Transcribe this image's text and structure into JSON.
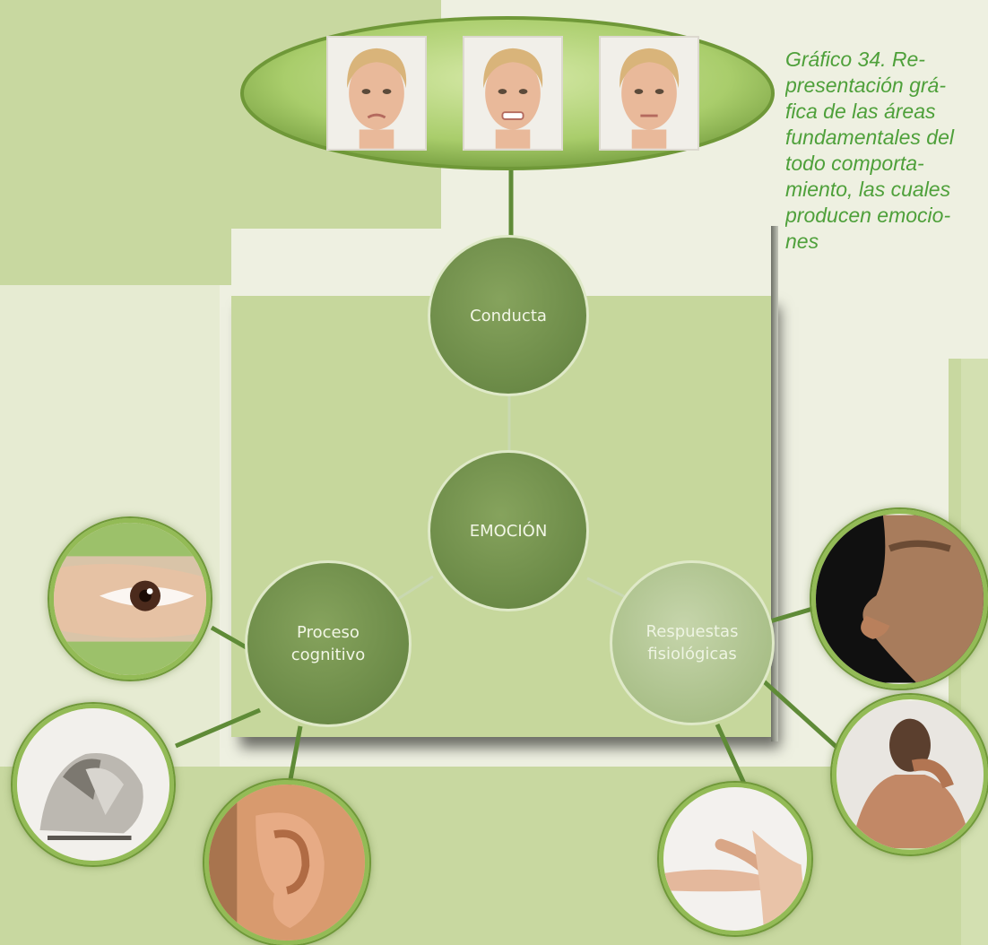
{
  "caption": {
    "lines": [
      "Gráfico 34. Re-",
      "presentación grá-",
      "fica de las áreas",
      "fundamentales del",
      "todo comporta-",
      "miento, las cuales",
      "producen emocio-",
      "nes"
    ]
  },
  "nodes": {
    "behavior": "Conducta",
    "emotion": "EMOCIÓN",
    "cognitive": "Proceso\ncognitivo",
    "physiological": "Respuestas\nfisiológicas"
  },
  "colors": {
    "caption": "#4ea03a",
    "node_dark": "#6b8a47",
    "node_light": "#a9bf88",
    "ring": "#93bb56",
    "panel": "#c6d79c"
  }
}
